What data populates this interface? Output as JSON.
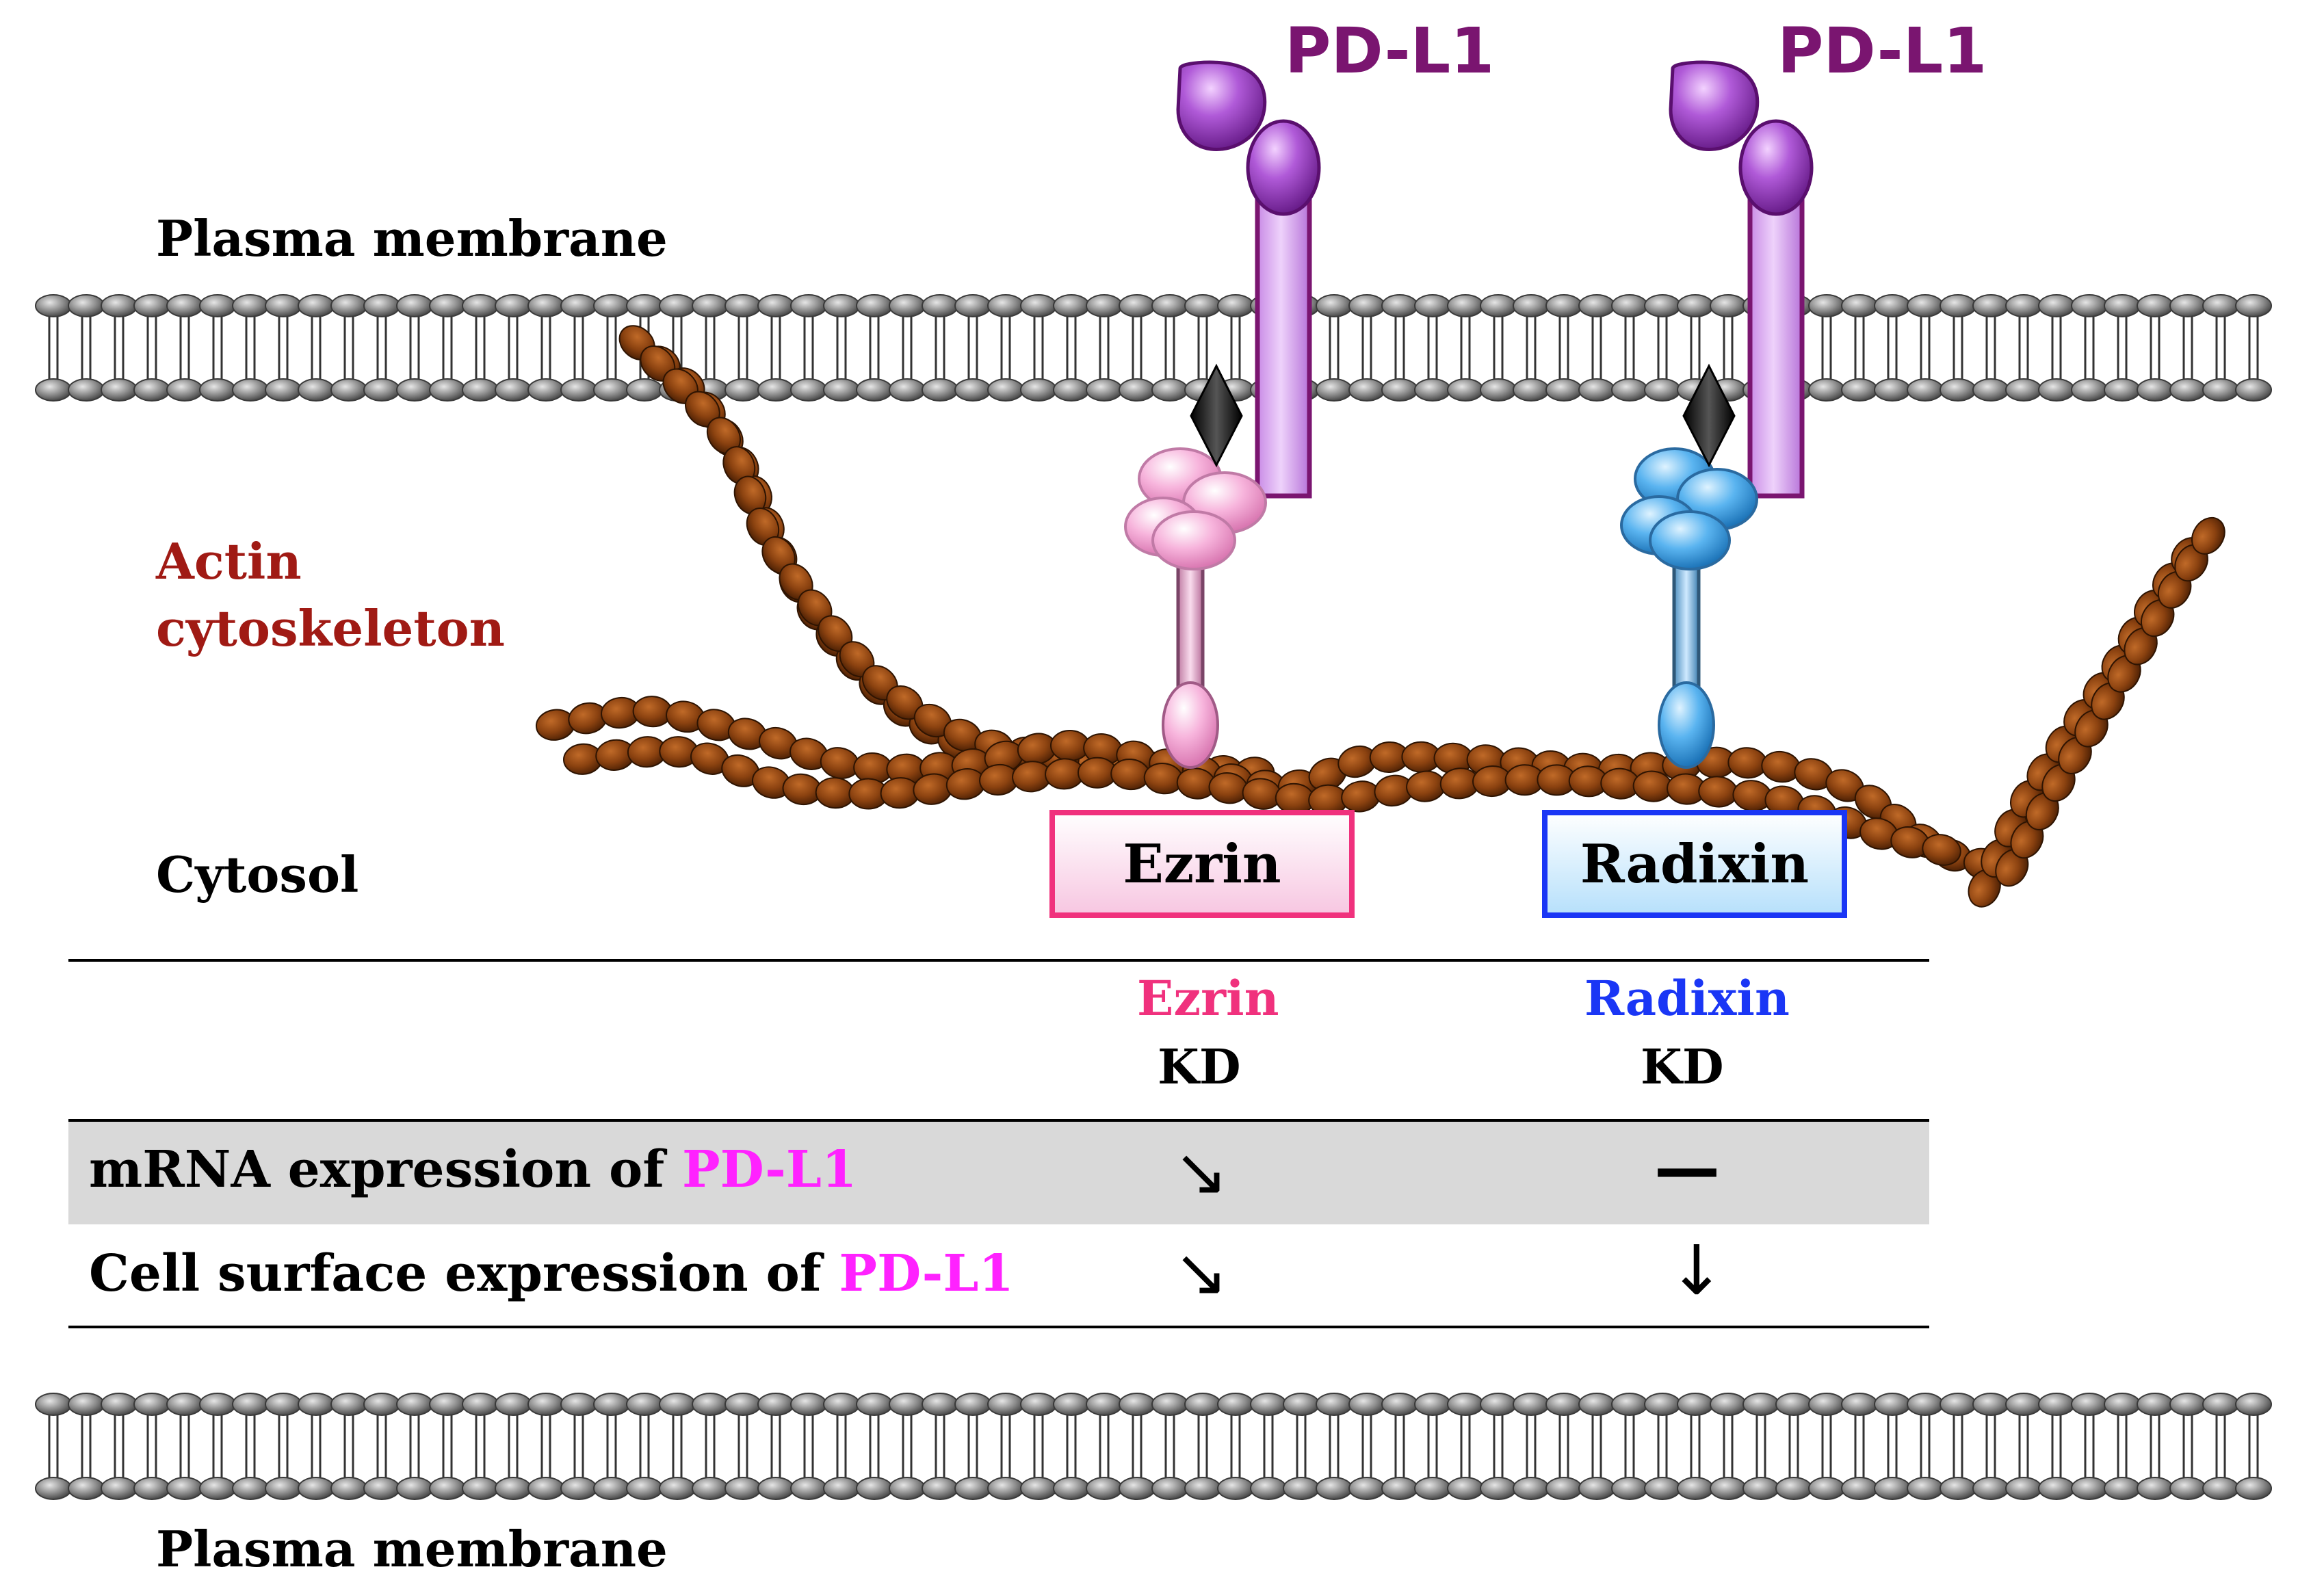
{
  "labels": {
    "plasma_membrane_top": "Plasma membrane",
    "plasma_membrane_bottom": "Plasma membrane",
    "actin_line1": "Actin",
    "actin_line2": "cytoskeleton",
    "cytosol": "Cytosol",
    "pdl1_left": "PD-L1",
    "pdl1_right": "PD-L1",
    "ezrin_box": "Ezrin",
    "radixin_box": "Radixin"
  },
  "table": {
    "col_headers": [
      {
        "name": "Ezrin",
        "sub": "KD"
      },
      {
        "name": "Radixin",
        "sub": "KD"
      }
    ],
    "rows": [
      {
        "label": "mRNA expression of ",
        "highlight": "PD-L1",
        "values": [
          "↘",
          "—"
        ]
      },
      {
        "label": "Cell surface expression of ",
        "highlight": "PD-L1",
        "values": [
          "↘",
          "↓"
        ]
      }
    ]
  },
  "colors": {
    "pdl1_label": "#7a1570",
    "actin_label": "#a01a14",
    "pdl1_highlight": "#ff22ff",
    "ezrin": "#f0317d",
    "radixin": "#1a36f5",
    "actin_bead": "#8b4210",
    "pdl1_protein": "#b05ad8",
    "ezrin_protein": "#f7b4dc",
    "radixin_protein": "#5ab4f0",
    "row_shade": "#d9d9d9"
  }
}
